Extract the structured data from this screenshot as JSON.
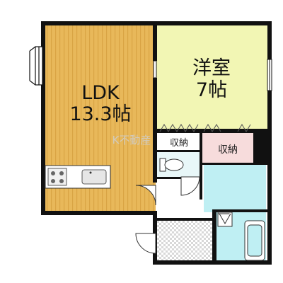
{
  "rooms": {
    "ldk": {
      "name": "LDK",
      "size": "13.3帖"
    },
    "western": {
      "name": "洋室",
      "size": "7帖"
    }
  },
  "storage": {
    "left_label": "収納",
    "right_label": "収納"
  },
  "watermark": "K不動産",
  "colors": {
    "ldk_wood": "#E8B85A",
    "ldk_stripe": "#D9A444",
    "western": "#F2F6B4",
    "wet_area": "#BFEFF3",
    "storage_pink": "#F7DCDC",
    "toilet": "#E8F7F8",
    "wall": "#111111",
    "floor_white": "#ffffff",
    "tile_gray": "#d8d8d8"
  }
}
